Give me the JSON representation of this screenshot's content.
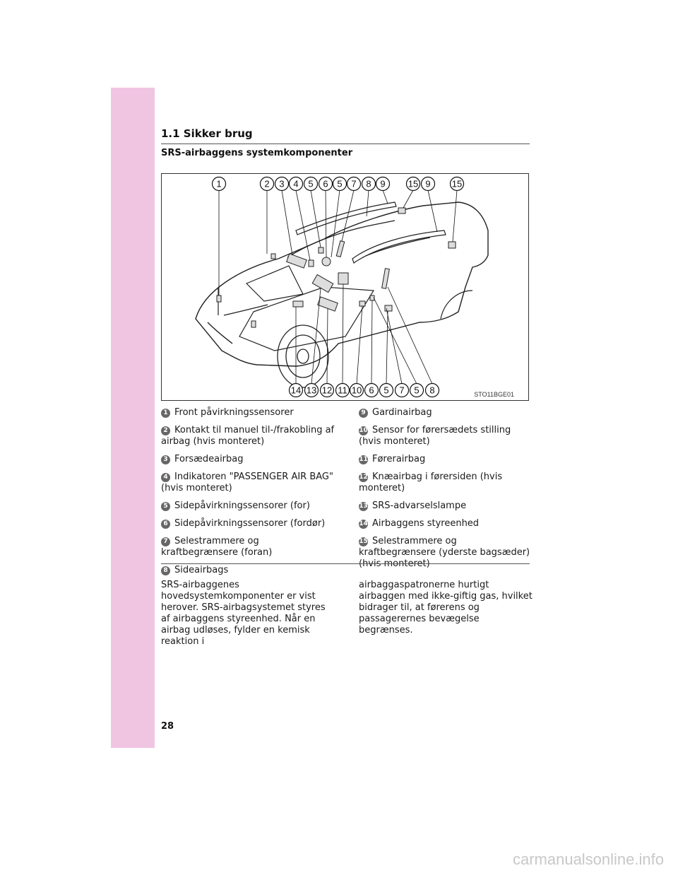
{
  "header": {
    "section_title": "1.1  Sikker brug",
    "subtitle": "SRS-airbaggens systemkomponenter"
  },
  "figure": {
    "code": "STO11BGE01",
    "top_callouts": [
      "1",
      "2",
      "3",
      "4",
      "5",
      "6",
      "5",
      "7",
      "8",
      "9",
      "15",
      "9",
      "15"
    ],
    "bottom_callouts": [
      "14",
      "13",
      "12",
      "11",
      "10",
      "6",
      "5",
      "7",
      "5",
      "8"
    ]
  },
  "legend": {
    "left": [
      {
        "num": "1",
        "text": "Front påvirkningssensorer"
      },
      {
        "num": "2",
        "text": "Kontakt til manuel til-/frakobling af airbag (hvis monteret)"
      },
      {
        "num": "3",
        "text": "Forsædeairbag"
      },
      {
        "num": "4",
        "text": "Indikatoren \"PASSENGER AIR BAG\" (hvis monteret)"
      },
      {
        "num": "5",
        "text": "Sidepåvirkningssensorer (for)"
      },
      {
        "num": "6",
        "text": "Sidepåvirkningssensorer (fordør)"
      },
      {
        "num": "7",
        "text": "Selestrammere og kraftbegrænsere (foran)"
      },
      {
        "num": "8",
        "text": "Sideairbags"
      }
    ],
    "right": [
      {
        "num": "9",
        "text": "Gardinairbag"
      },
      {
        "num": "10",
        "text": "Sensor for førersædets stilling (hvis monteret)"
      },
      {
        "num": "11",
        "text": "Førerairbag"
      },
      {
        "num": "12",
        "text": "Knæairbag i førersiden (hvis monteret)"
      },
      {
        "num": "13",
        "text": "SRS-advarselslampe"
      },
      {
        "num": "14",
        "text": "Airbaggens styreenhed"
      },
      {
        "num": "15",
        "text": "Selestrammere og kraftbegrænsere (yderste bagsæder) (hvis monteret)"
      }
    ]
  },
  "body": {
    "left_text": "SRS-airbaggenes hovedsystemkomponenter er vist herover. SRS-airbagsystemet styres af airbaggens styreenhed. Når en airbag udløses, fylder en kemisk reaktion i",
    "right_text": "airbaggaspatronerne hurtigt airbaggen med ikke-giftig gas, hvilket bidrager til, at førerens og passagerernes bevægelse begrænses."
  },
  "footer": {
    "page_number": "28",
    "watermark": "carmanualsonline.info"
  },
  "colors": {
    "sidebar": "#f0c5e2",
    "callout_badge": "#666666"
  }
}
